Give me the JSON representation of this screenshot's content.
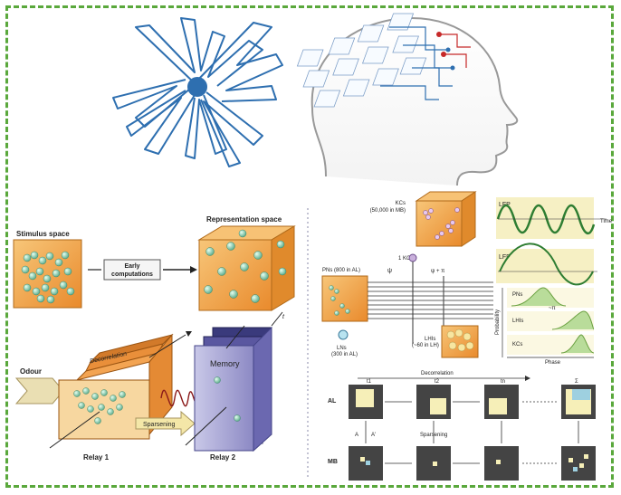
{
  "colors": {
    "border": "#5aa83c",
    "orange": "#f0a54a",
    "bead": "#86cfa8",
    "wave": "#2e7d32",
    "blue": "#2e6fb0"
  },
  "left_panel": {
    "stimulus_label": "Stimulus space",
    "early_label_1": "Early",
    "early_label_2": "computations",
    "representation_label": "Representation space",
    "odour_label": "Odour",
    "decorrelation_label": "Decorrelation",
    "sparsening_label": "Sparsening",
    "memory_label": "Memory",
    "relay1_label": "Relay 1",
    "relay2_label": "Relay 2",
    "time_label": "t"
  },
  "right_panel": {
    "kcs_label_1": "KCs",
    "kcs_label_2": "(50,000 in MB)",
    "one_kc_label": "1 KC",
    "pns_label": "PNs (800 in AL)",
    "lns_label_1": "LNs",
    "lns_label_2": "(300 in AL)",
    "lhis_label_1": "LHIs",
    "lhis_label_2": "(~60 in LH)",
    "psi_label": "ψ",
    "psi_pi_label": "ψ + π",
    "lfp_label_1": "LFP",
    "time_axis_label": "Time",
    "lfp_label_2": "LFP",
    "pns_row_label": "PNs",
    "lhis_row_label": "LHIs",
    "kcs_row_label": "KCs",
    "pi_label": "~π",
    "probability_label": "Probability",
    "phase_label": "Phase",
    "decorrelation_label": "Decorrelation",
    "al_label": "AL",
    "mb_label": "MB",
    "t1_label": "t1",
    "t2_label": "t2",
    "tn_label": "tn",
    "sum_label": "Σ",
    "a_label": "A",
    "a_prime_label": "A'",
    "sparsening_label": "Sparsening"
  }
}
